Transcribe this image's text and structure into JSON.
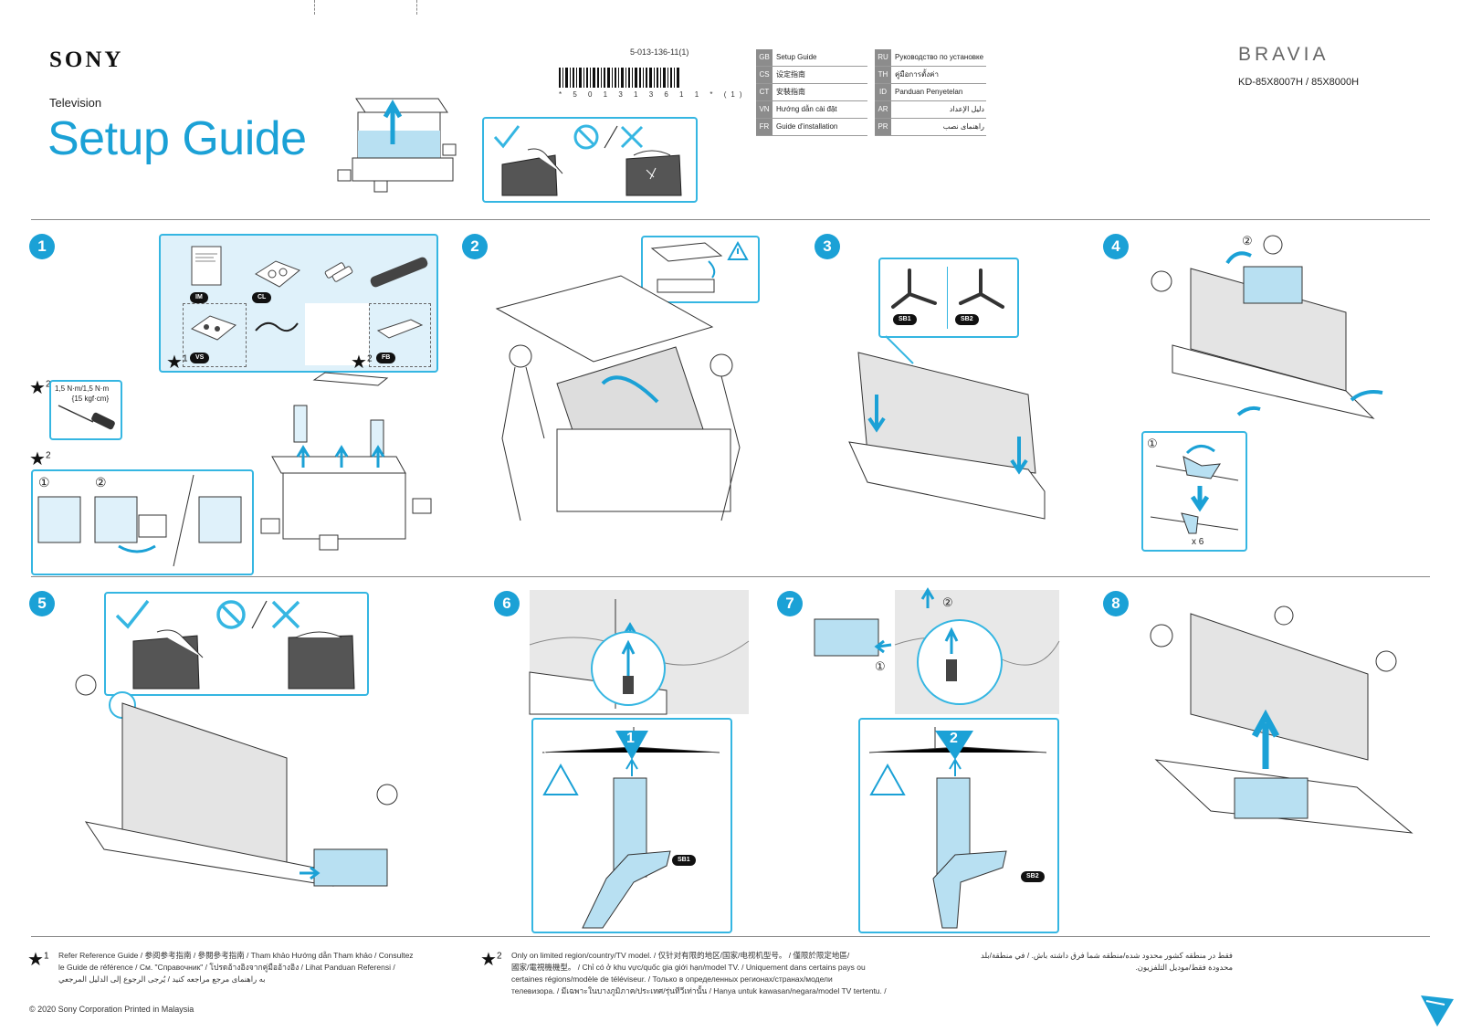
{
  "header": {
    "brand": "SONY",
    "doc_type": "Television",
    "title": "Setup Guide",
    "part_number": "5-013-136-11(1)",
    "barcode_text": "* 5 0 1 3 1 3 6 1 1 * (1)",
    "product_brand": "BRAVIA",
    "model": "KD-85X8007H / 85X8000H"
  },
  "languages": [
    {
      "code": "GB",
      "label": "Setup Guide"
    },
    {
      "code": "CS",
      "label": "设定指南"
    },
    {
      "code": "CT",
      "label": "安裝指南"
    },
    {
      "code": "VN",
      "label": "Hướng dẫn cài đặt"
    },
    {
      "code": "FR",
      "label": "Guide d'installation"
    },
    {
      "code": "RU",
      "label": "Руководство по установке"
    },
    {
      "code": "TH",
      "label": "คู่มือการตั้งค่า"
    },
    {
      "code": "ID",
      "label": "Panduan Penyetelan"
    },
    {
      "code": "AR",
      "label": "دليل الإعداد"
    },
    {
      "code": "PR",
      "label": "راهنمای نصب"
    }
  ],
  "steps": [
    "1",
    "2",
    "3",
    "4",
    "5",
    "6",
    "7",
    "8"
  ],
  "parts": {
    "im": "IM",
    "cl": "CL",
    "vs": "VS",
    "fb": "FB",
    "sb1": "SB1",
    "sb2": "SB2",
    "star1": "1",
    "star2": "2"
  },
  "torque": {
    "line1": "1,5 N·m/1,5 N·m",
    "line2": "{15 kgf·cm}"
  },
  "step4_repeat": "x 6",
  "step_badges": {
    "first": "1",
    "second": "2"
  },
  "sub_steps": {
    "a": "①",
    "b": "②"
  },
  "footnotes": {
    "note1_marker": "1",
    "note1_lines": [
      "Refer Reference Guide / 参阅参考指南 / 參閱參考指南 / Tham khảo Hướng dẫn Tham khảo / Consultez",
      "le Guide de référence / См. \"Справочник\" / โปรดอ้างอิงจากคู่มืออ้างอิง / Lihat Panduan Referensi /",
      "به راهنمای مرجع مراجعه کنید / يُرجى الرجوع إلى الدليل المرجعي"
    ],
    "note2_marker": "2",
    "note2_lines": [
      "Only on limited region/country/TV model. / 仅针对有限的地区/国家/电视机型号。 / 僅限於限定地區/",
      "國家/電視機機型。 / Chỉ có ở khu vực/quốc gia giới hạn/model TV. / Uniquement dans certains pays ou",
      "certaines régions/modèle de téléviseur. / Только в определенных регионах/странах/модели",
      "телевизора. / มีเฉพาะในบางภูมิภาค/ประเทศ/รุ่นทีวีเท่านั้น / Hanya untuk kawasan/negara/model TV tertentu. /"
    ],
    "note2_rtl": "فقط در منطقه کشور محدود شده/منطقه شما فرق داشته باش. / في منطقة/بلد محدودة فقط/موديل التلفزيون."
  },
  "copyright": "© 2020 Sony Corporation     Printed in Malaysia",
  "colors": {
    "accent": "#1ba1d6",
    "light_blue": "#dff1fa",
    "box_border": "#35b6e2"
  }
}
